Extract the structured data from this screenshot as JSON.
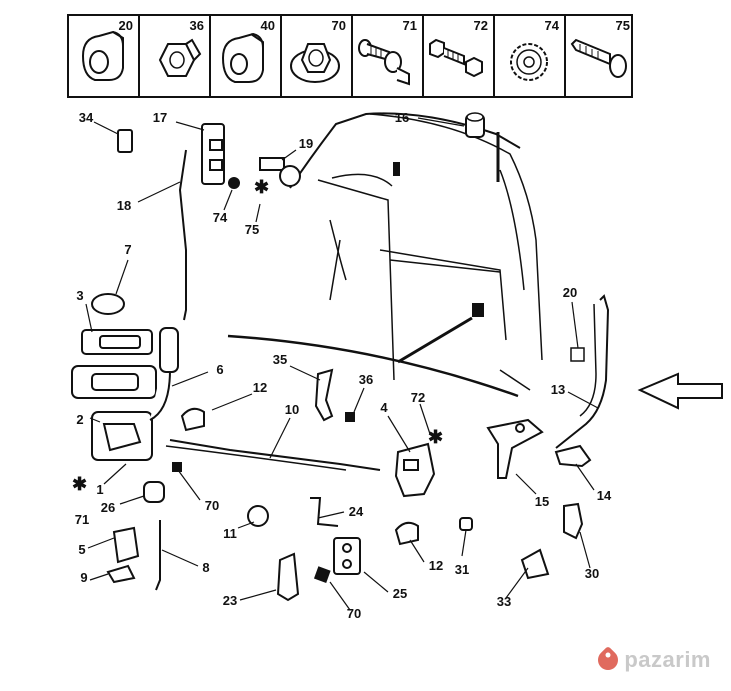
{
  "legend_strip": {
    "cells": [
      "20",
      "36",
      "40",
      "70",
      "71",
      "72",
      "74",
      "75"
    ]
  },
  "callouts": [
    {
      "id": "c34a",
      "label": "34"
    },
    {
      "id": "c17",
      "label": "17"
    },
    {
      "id": "c19",
      "label": "19"
    },
    {
      "id": "c16",
      "label": "16"
    },
    {
      "id": "c18",
      "label": "18"
    },
    {
      "id": "c74",
      "label": "74"
    },
    {
      "id": "c75",
      "label": "75"
    },
    {
      "id": "c7",
      "label": "7"
    },
    {
      "id": "c3",
      "label": "3"
    },
    {
      "id": "c20",
      "label": "20"
    },
    {
      "id": "c13",
      "label": "13"
    },
    {
      "id": "c6",
      "label": "6"
    },
    {
      "id": "c35",
      "label": "35"
    },
    {
      "id": "c36",
      "label": "36"
    },
    {
      "id": "c12a",
      "label": "12"
    },
    {
      "id": "c10",
      "label": "10"
    },
    {
      "id": "c4",
      "label": "4"
    },
    {
      "id": "c72",
      "label": "72"
    },
    {
      "id": "c2",
      "label": "2"
    },
    {
      "id": "c1",
      "label": "1"
    },
    {
      "id": "c71",
      "label": "71"
    },
    {
      "id": "c26",
      "label": "26"
    },
    {
      "id": "c70a",
      "label": "70"
    },
    {
      "id": "c15",
      "label": "15"
    },
    {
      "id": "c14",
      "label": "14"
    },
    {
      "id": "c11",
      "label": "11"
    },
    {
      "id": "c24",
      "label": "24"
    },
    {
      "id": "c5",
      "label": "5"
    },
    {
      "id": "c31",
      "label": "31"
    },
    {
      "id": "c12b",
      "label": "12"
    },
    {
      "id": "c30",
      "label": "30"
    },
    {
      "id": "c8",
      "label": "8"
    },
    {
      "id": "c9",
      "label": "9"
    },
    {
      "id": "c23",
      "label": "23"
    },
    {
      "id": "c25",
      "label": "25"
    },
    {
      "id": "c33",
      "label": "33"
    },
    {
      "id": "c70b",
      "label": "70"
    }
  ],
  "watermark": {
    "text": "pazarim"
  },
  "colors": {
    "line": "#111111",
    "watermark_text": "#c9c9c9",
    "watermark_tag": "#e06a5e"
  }
}
